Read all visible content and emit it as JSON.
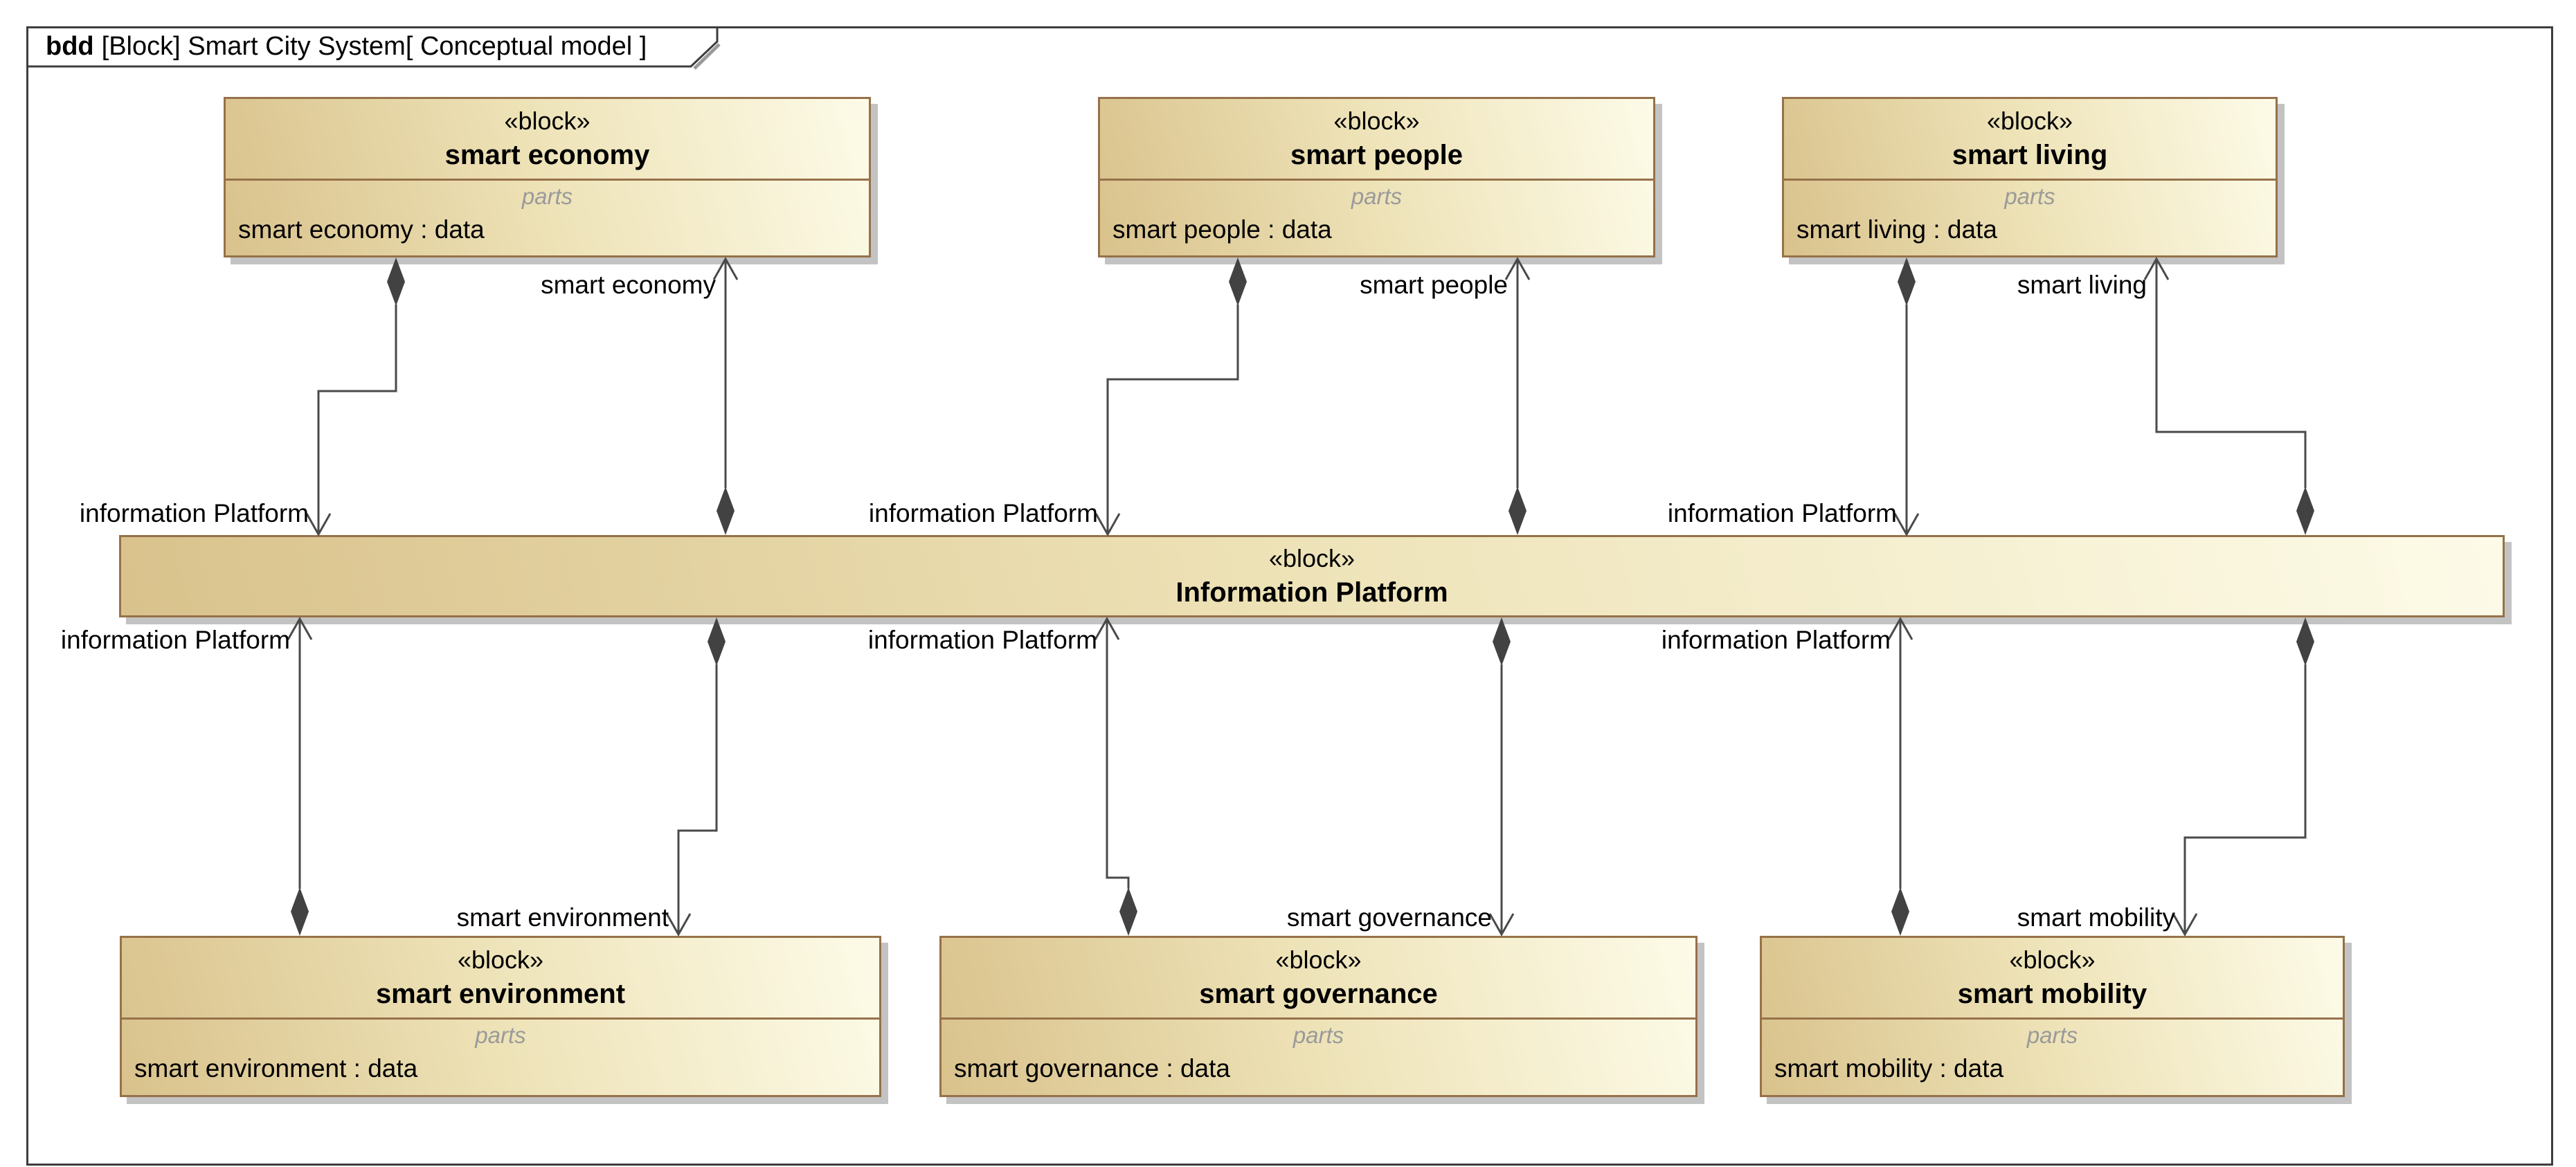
{
  "frame": {
    "kind": "bdd",
    "title": "[Block] Smart City System[ Conceptual model ]"
  },
  "stereotype": "«block»",
  "parts_label": "parts",
  "blocks": {
    "economy": {
      "name": "smart economy",
      "part": "smart economy : data"
    },
    "people": {
      "name": "smart people",
      "part": "smart people : data"
    },
    "living": {
      "name": "smart living",
      "part": "smart living : data"
    },
    "platform": {
      "name": "Information Platform"
    },
    "environment": {
      "name": "smart environment",
      "part": "smart environment : data"
    },
    "governance": {
      "name": "smart governance",
      "part": "smart governance : data"
    },
    "mobility": {
      "name": "smart mobility",
      "part": "smart mobility : data"
    }
  },
  "roles": {
    "platform": "information Platform",
    "economy": "smart economy",
    "people": "smart people",
    "living": "smart living",
    "environment": "smart environment",
    "governance": "smart governance",
    "mobility": "smart mobility"
  },
  "colors": {
    "block_fill_dark": "#d9c28c",
    "block_fill_light": "#fdfbe8",
    "block_border": "#96714a",
    "connector_line": "#4a4a4a",
    "frame_border": "#3d3d3d",
    "parts_text": "#9a9a9a",
    "shadow": "#b9b9b9"
  }
}
